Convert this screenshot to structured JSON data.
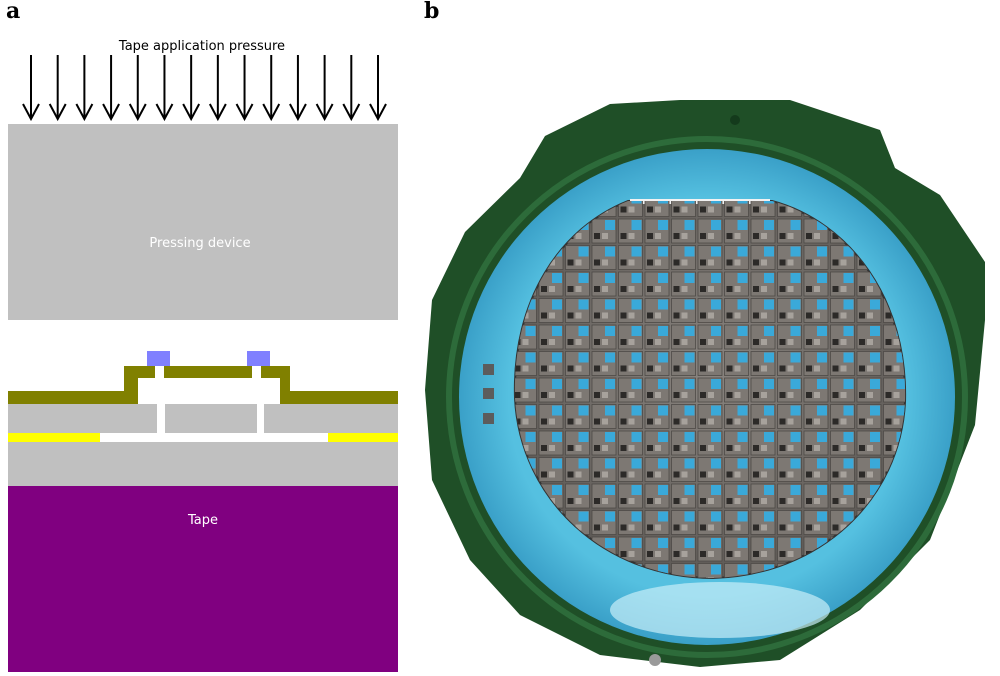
{
  "panels": {
    "a": {
      "label": "a",
      "pressure_label": "Tape application pressure",
      "pressing_device_label": "Pressing device",
      "tape_label": "Tape",
      "arrow_count": 14
    },
    "b": {
      "label": "b"
    }
  },
  "colors": {
    "pressing_device": "#c0c0c0",
    "substrate": "#c0c0c0",
    "olive_layer": "#808000",
    "yellow_layer": "#ffff00",
    "bond_pad": "#8080ff",
    "tape": "#800080",
    "frame": "#1e4d24",
    "blue_ring": "#4cb8d8",
    "wafer": "#6e6a66",
    "die": "#3aa9d9"
  }
}
